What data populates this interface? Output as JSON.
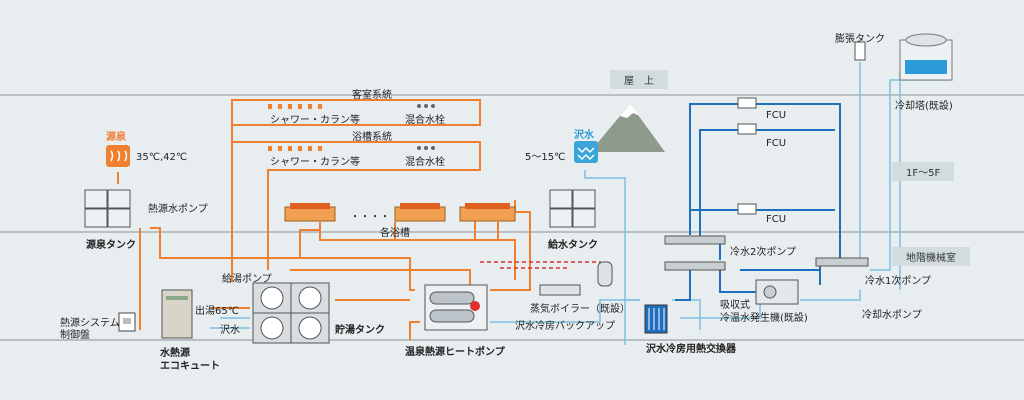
{
  "colors": {
    "hot": "#f08030",
    "cold": "#1f6fbf",
    "light": "#7cc0e0",
    "fire": "#e03030",
    "gray": "#8a9299"
  },
  "labels": {
    "guest_room_system": "客室系統",
    "bath_system": "浴槽系統",
    "shower_faucet_1": "シャワー・カラン等",
    "mixing_valve_1": "混合水栓",
    "shower_faucet_2": "シャワー・カラン等",
    "mixing_valve_2": "混合水栓",
    "hot_spring_title": "源泉",
    "hot_spring_temp": "35℃,42℃",
    "stream_title": "沢水",
    "stream_temp": "5～15℃",
    "heat_source_pump": "熱源水ポンプ",
    "hot_spring_tank": "源泉タンク",
    "baths": "各浴槽",
    "dots": "・・・・",
    "water_supply_tank": "給水タンク",
    "hot_water_pump": "給湯ポンプ",
    "outlet_temp": "出湯65℃",
    "stream_water_short": "沢水",
    "storage_tank": "貯湯タンク",
    "hot_spring_heatpump": "温泉熱源ヒートポンプ",
    "steam_boiler": "蒸気ボイラー（既設）",
    "stream_cooling_backup": "沢水冷房バックアップ",
    "stream_cooling_hx": "沢水冷房用熱交換器",
    "control_panel_l1": "熱源システム",
    "control_panel_l2": "制御盤",
    "water_heat_source_l1": "水熱源",
    "water_heat_source_l2": "エコキュート",
    "rooftop": "屋　上",
    "expansion_tank": "膨張タンク",
    "cooling_tower": "冷却塔(既設)",
    "floors": "1F～5F",
    "basement": "地階機械室",
    "fcu_1": "FCU",
    "fcu_2": "FCU",
    "fcu_3": "FCU",
    "chilled_secondary_pump": "冷水2次ポンプ",
    "chilled_primary_pump": "冷水1次ポンプ",
    "absorption_l1": "吸収式",
    "absorption_l2": "冷温水発生機(既設)",
    "cooling_water_pump": "冷却水ポンプ"
  }
}
